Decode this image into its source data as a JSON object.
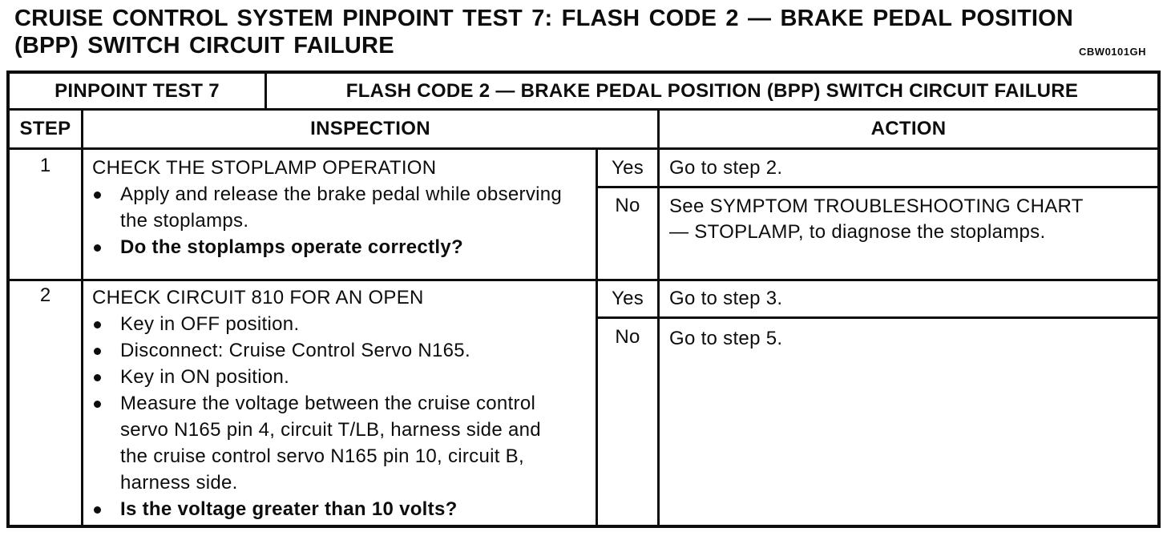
{
  "page": {
    "title_line1": "CRUISE CONTROL SYSTEM PINPOINT TEST 7: FLASH CODE 2 — BRAKE PEDAL POSITION",
    "title_line2": "(BPP) SWITCH CIRCUIT FAILURE",
    "figure_code": "CBW0101GH"
  },
  "table": {
    "header": {
      "test_label": "PINPOINT TEST 7",
      "test_title": "FLASH CODE 2 — BRAKE PEDAL POSITION (BPP) SWITCH CIRCUIT FAILURE",
      "col_step": "STEP",
      "col_inspection": "INSPECTION",
      "col_action": "ACTION"
    },
    "steps": [
      {
        "number": "1",
        "title": "CHECK THE STOPLAMP OPERATION",
        "bullets": [
          "Apply and release the brake pedal while observing the stoplamps.",
          "Do the stoplamps operate correctly?"
        ],
        "yes_label": "Yes",
        "yes_action": "Go to step 2.",
        "no_label": "No",
        "no_action": "See SYMPTOM TROUBLESHOOTING CHART — STOPLAMP, to diagnose the stoplamps."
      },
      {
        "number": "2",
        "title": "CHECK CIRCUIT 810 FOR AN OPEN",
        "bullets": [
          "Key in OFF position.",
          "Disconnect: Cruise Control Servo N165.",
          "Key in ON position.",
          "Measure the voltage between the cruise control servo N165 pin 4, circuit T/LB, harness side and the cruise control servo N165 pin 10, circuit B, harness side.",
          "Is the voltage greater than 10 volts?"
        ],
        "yes_label": "Yes",
        "yes_action": "Go to step 3.",
        "no_label": "No",
        "no_action": "Go to step 5."
      }
    ]
  }
}
